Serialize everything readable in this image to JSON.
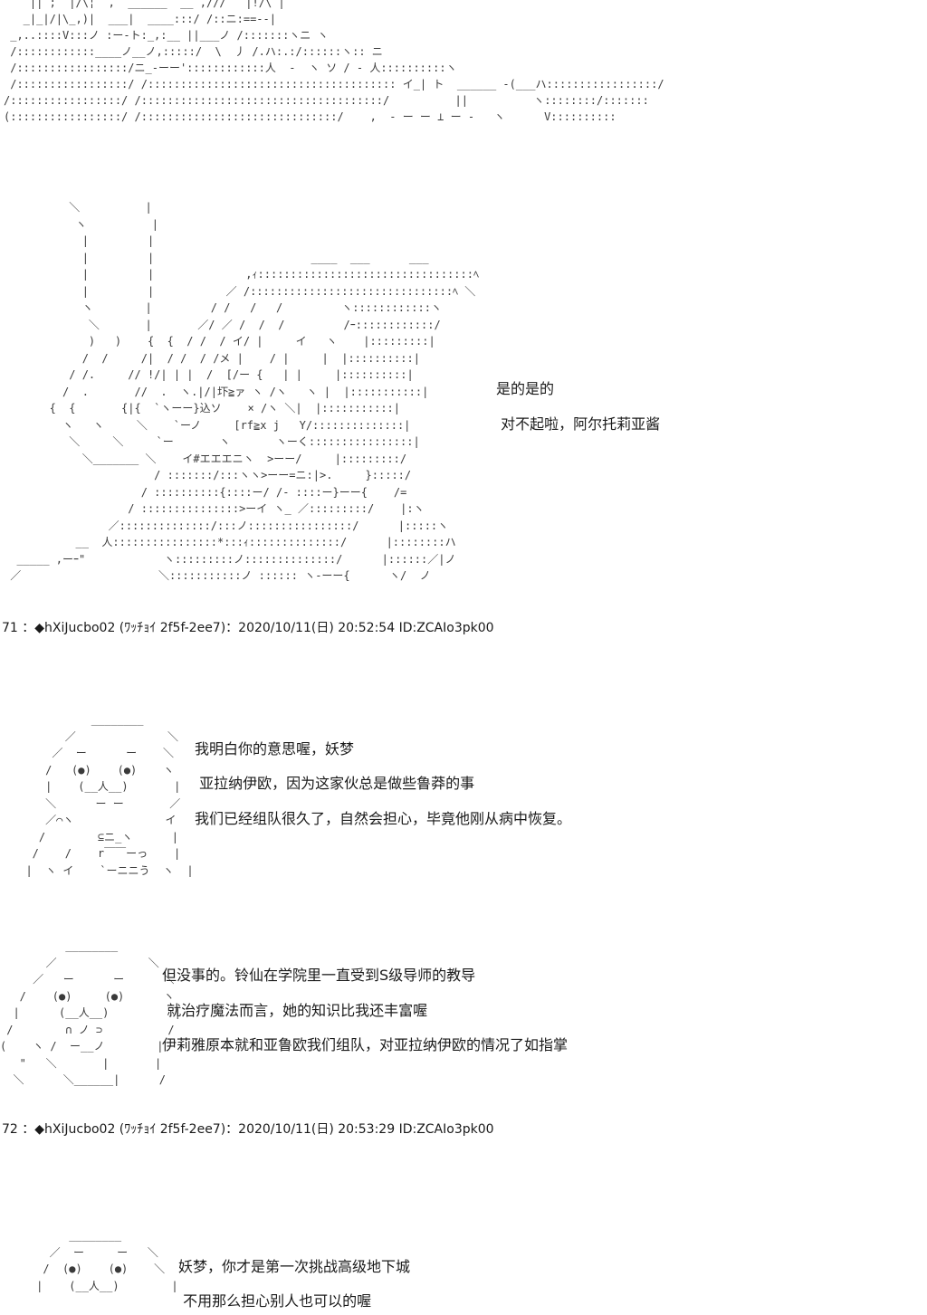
{
  "panels": [
    {
      "art": "    || ;  |/\\¦  ,  ______  __ ,///   |!/\\ |\n   _|_|/|\\_,)|  ___|  ____:::/ /::ニ:==--|\n _,..::::V:::ノ :ー‐ト:_,:__ ||___ノ /:::::::ヽニ ヽ\n /::::::::::::____ノ__ノ,:::::/  \\  丿 /.ハ:.:/::::::ヽ:: ニ\n /:::::::::::::::::/ニ_-ーー'::::::::::::人  -  ヽ ソ / - 人::::::::::ヽ\n /:::::::::::::::::/ /:::::::::::::::::::::::::::::::::::::: イ_| ト  ______ -(___ハ:::::::::::::::::/\n/:::::::::::::::::/ /:::::::::::::::::::::::::::::::::::::/          ||          ヽ::::::::/:::::::\n(:::::::::::::::::/ /::::::::::::::::::::::::::::::/    ,  - ー ー ⊥ ー -   ヽ      V::::::::::"
    },
    {
      "art": "          ＼          |\n           ヽ          |\n            |         |\n            |         |                        ____  ___      ___\n            |         |              ,ｨ:::::::::::::::::::::::::::::::::ﾍ\n            |         |           ／ /:::::::::::::::::::::::::::::::ﾍ ＼\n            ヽ        |         / /   /   /         ヽ::::::::::::ヽ\n             ＼       |       ／/ ／ /  /  /         /ｰ::::::::::::/\n             )   )    {  {  / /  / イ/ |     イ   ヽ    |:::::::::|\n            /  /     /|  / /  / /メ |    / |     |  |::::::::::|\n          / /.     // !/| | |  /  [/ー {   | |     |::::::::::|\n         /  .       //  .  ヽ.|/|圷≧ァ ヽ /ヽ   ヽ |  |:::::::::::|\n       {  {       {|{  `ヽーー}込ソ    × /ヽ ＼|  |:::::::::::|\n         ヽ   ヽ     ＼    `ーノ     [rf≧x j   Y/::::::::::::::|\n          ＼     ＼     `ー       ヽ       ヽーく::::::::::::::::|\n            ＼_______ ＼    イ#エエエニヽ  >ーー/     |:::::::::/\n                       / :::::::/:::ヽヽ>ーー=ニ:|>.     }:::::/\n                     / ::::::::::{::::ー/ /- ::::ー}ーー{    /=\n                   / :::::::::::::::>ーイ ヽ_ ／:::::::::/    |:ヽ\n                ／::::::::::::::/:::ノ::::::::::::::::/      |:::::ヽ\n           __  人::::::::::::::::*:::ｨ::::::::::::::/      |::::::::ハ\n  _____ ,ーｰ\"            ヽ:::::::::ノ::::::::::::::/      |::::::／|ノ\n ／                     ＼:::::::::::ノ :::::: ヽ-ーー{      ヽ/  ノ",
      "lines": [
        "是的是的",
        " 对不起啦，阿尔托莉亚酱"
      ]
    },
    {
      "header": "71 ：◆hXiJucbo02 (ﾜｯﾁｮｲ 2f5f-2ee7)：2020/10/11(日) 20:52:54 ID:ZCAIo3pk00",
      "art": "            ________\n        ／              ＼\n      ／  ー      ー    ＼\n     /   (●)    (●)    ヽ\n     |    (__人__)       |\n     ＼      ー ー       ／\n     ／⌒ヽ              イ\n    /        ⊆ニ_ヽ      |\n   /    /    r￣￣ーっ    |\n  |  ヽ イ    `ーニニう  ヽ  |",
      "lines": [
        "我明白你的意思喔，妖梦",
        " 亚拉纳伊欧，因为这家伙总是做些鲁莽的事",
        "我们已经组队很久了，自然会担心，毕竟他刚从病中恢复。"
      ]
    },
    {
      "art": "          ________\n       ／              ＼\n     ／   ー      ー      ＼\n   /    (●)     (●)      ヽ\n  |      (__人__)          |\n /        ∩ ノ ⊃          /\n(    ヽ /  ー__ノ        |\n   \"   ＼       |       |\n  ＼      ＼______|      /",
      "lines": [
        "但没事的。铃仙在学院里一直受到S级导师的教导",
        " 就治疗魔法而言，她的知识比我还丰富喔",
        "伊莉雅原本就和亚鲁欧我们组队，对亚拉纳伊欧的情况了如指掌"
      ]
    },
    {
      "header": "72 ：◆hXiJucbo02 (ﾜｯﾁｮｲ 2f5f-2ee7)：2020/10/11(日) 20:53:29 ID:ZCAIo3pk00",
      "art": "          ________\n       ／  ー     ー   ＼\n      /  (●)    (●)    ＼\n     |    (__人__)        |",
      "lines": [
        "妖梦，你才是第一次挑战高级地下城",
        " 不用那么担心别人也可以的喔"
      ]
    }
  ]
}
